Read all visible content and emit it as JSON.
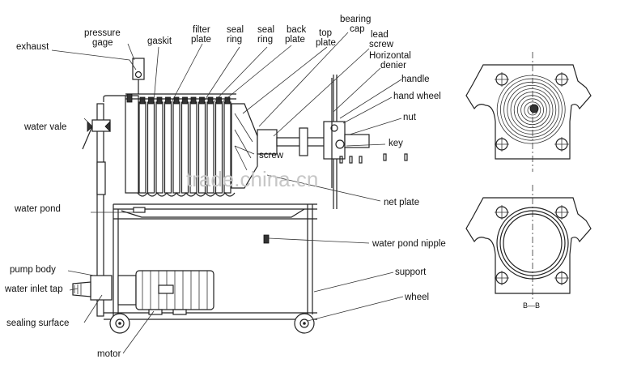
{
  "labels": {
    "exhaust": "exhaust",
    "pressure_gage_1": "pressure",
    "pressure_gage_2": "gage",
    "gaskit": "gaskit",
    "filter_plate_1": "filter",
    "filter_plate_2": "plate",
    "seal_ring_a_1": "seal",
    "seal_ring_a_2": "ring",
    "seal_ring_b_1": "seal",
    "seal_ring_b_2": "ring",
    "back_plate_1": "back",
    "back_plate_2": "plate",
    "top_plate_1": "top",
    "top_plate_2": "plate",
    "bearing_cap_1": "bearing",
    "bearing_cap_2": "cap",
    "lead_screw_1": "lead",
    "lead_screw_2": "screw",
    "horizontal_denier_1": "Horizontal",
    "horizontal_denier_2": "denier",
    "handle": "handle",
    "hand_wheel": "hand wheel",
    "nut": "nut",
    "key": "key",
    "screw": "screw",
    "net_plate": "net plate",
    "water_vale": "water vale",
    "water_pond": "water pond",
    "water_pond_nipple": "water pond nipple",
    "support": "support",
    "wheel": "wheel",
    "pump_body": "pump body",
    "water_inlet_tap": "water inlet tap",
    "sealing_surface": "sealing surface",
    "motor": "motor",
    "section_mark": "B—B",
    "watermark": "trade.china.cn"
  }
}
